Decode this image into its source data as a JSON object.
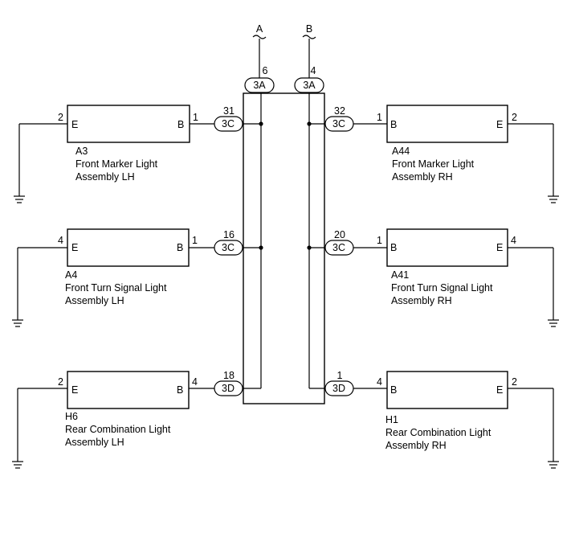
{
  "signals": [
    {
      "label": "A",
      "pin": "6",
      "connector": "3A"
    },
    {
      "label": "B",
      "pin": "4",
      "connector": "3A"
    }
  ],
  "left": [
    {
      "id": "A3",
      "name1": "Front Marker Light",
      "name2": "Assembly LH",
      "pin_e": "2",
      "pin_b": "1",
      "term_e": "E",
      "term_b": "B",
      "conn_pin": "31",
      "conn": "3C"
    },
    {
      "id": "A4",
      "name1": "Front Turn Signal Light",
      "name2": "Assembly LH",
      "pin_e": "4",
      "pin_b": "1",
      "term_e": "E",
      "term_b": "B",
      "conn_pin": "16",
      "conn": "3C"
    },
    {
      "id": "H6",
      "name1": "Rear Combination Light",
      "name2": "Assembly LH",
      "pin_e": "2",
      "pin_b": "4",
      "term_e": "E",
      "term_b": "B",
      "conn_pin": "18",
      "conn": "3D"
    }
  ],
  "right": [
    {
      "id": "A44",
      "name1": "Front Marker Light",
      "name2": "Assembly RH",
      "pin_e": "2",
      "pin_b": "1",
      "term_e": "E",
      "term_b": "B",
      "conn_pin": "32",
      "conn": "3C"
    },
    {
      "id": "A41",
      "name1": "Front Turn Signal Light",
      "name2": "Assembly RH",
      "pin_e": "4",
      "pin_b": "1",
      "term_e": "E",
      "term_b": "B",
      "conn_pin": "20",
      "conn": "3C"
    },
    {
      "id": "H1",
      "name1": "Rear Combination Light",
      "name2": "Assembly RH",
      "pin_e": "2",
      "pin_b": "4",
      "term_e": "E",
      "term_b": "B",
      "conn_pin": "1",
      "conn": "3D"
    }
  ]
}
